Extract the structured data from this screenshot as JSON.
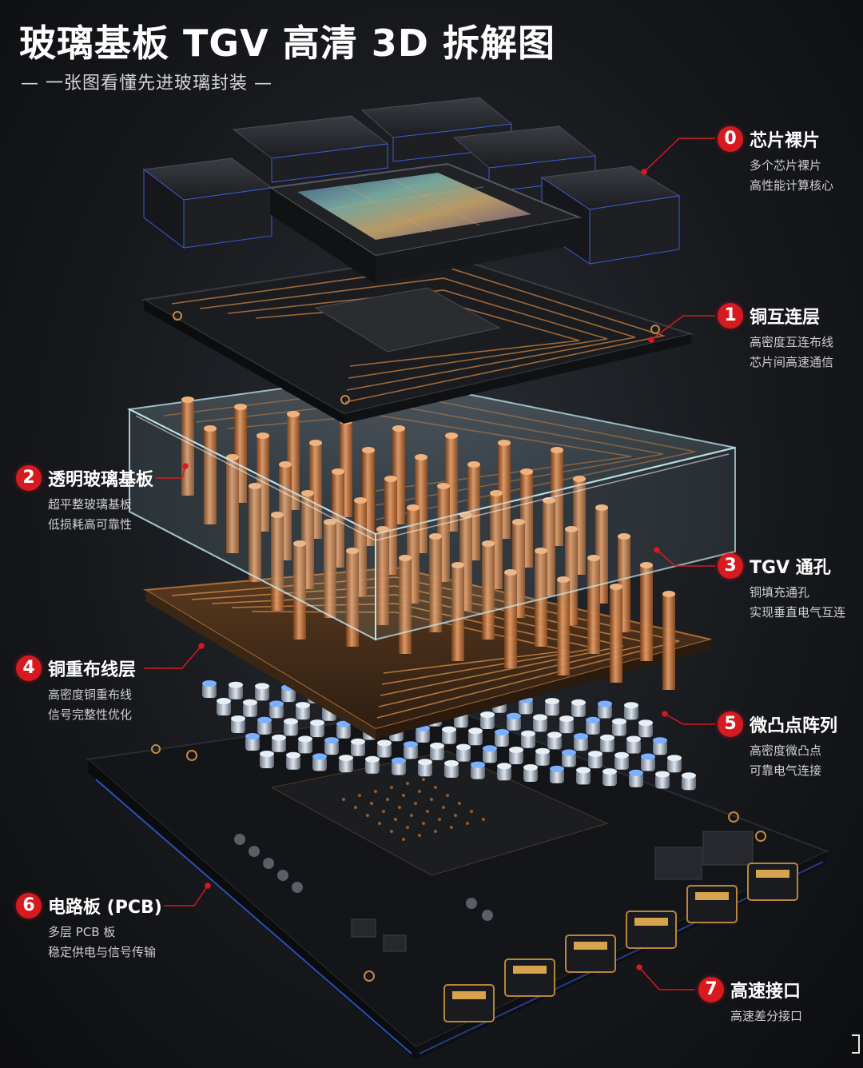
{
  "title": "玻璃基板 TGV 高清 3D 拆解图",
  "subtitle": "— 一张图看懂先进玻璃封装 —",
  "colors": {
    "accent": "#d71920",
    "background": "#15171a",
    "copper": "#c8783c",
    "glass": "#bfe6f0"
  },
  "labels": [
    {
      "num": "0",
      "name": "芯片裸片",
      "lines": [
        "多个芯片裸片",
        "高性能计算核心"
      ]
    },
    {
      "num": "1",
      "name": "铜互连层",
      "lines": [
        "高密度互连布线",
        "芯片间高速通信"
      ]
    },
    {
      "num": "2",
      "name": "透明玻璃基板",
      "lines": [
        "超平整玻璃基板",
        "低损耗高可靠性"
      ]
    },
    {
      "num": "3",
      "name": "TGV 通孔",
      "lines": [
        "铜填充通孔",
        "实现垂直电气互连"
      ]
    },
    {
      "num": "4",
      "name": "铜重布线层",
      "lines": [
        "高密度铜重布线",
        "信号完整性优化"
      ]
    },
    {
      "num": "5",
      "name": "微凸点阵列",
      "lines": [
        "高密度微凸点",
        "可靠电气连接"
      ]
    },
    {
      "num": "6",
      "name": "电路板 (PCB)",
      "lines": [
        "多层 PCB 板",
        "稳定供电与信号传输"
      ]
    },
    {
      "num": "7",
      "name": "高速接口",
      "lines": [
        "高速差分接口"
      ]
    }
  ]
}
